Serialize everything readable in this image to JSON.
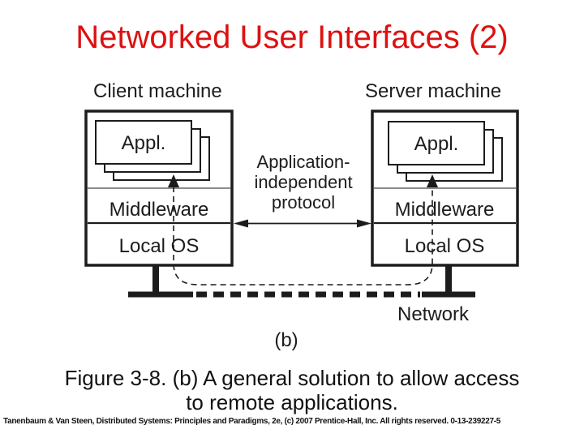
{
  "slide": {
    "title": "Networked User Interfaces (2)",
    "caption_line1": "Figure 3-8. (b) A general solution to allow access",
    "caption_line2": "to remote applications.",
    "footer": "Tanenbaum & Van Steen, Distributed Systems: Principles and Paradigms, 2e, (c) 2007 Prentice-Hall, Inc. All rights reserved. 0-13-239227-5"
  },
  "diagram": {
    "client": {
      "machine_label": "Client machine",
      "app_label": "Appl.",
      "middleware_label": "Middleware",
      "os_label": "Local OS"
    },
    "server": {
      "machine_label": "Server machine",
      "app_label": "Appl.",
      "middleware_label": "Middleware",
      "os_label": "Local OS"
    },
    "protocol_label": {
      "line1": "Application-",
      "line2": "independent",
      "line3": "protocol"
    },
    "network_label": "Network",
    "sub_figure_label": "(b)"
  },
  "colors": {
    "title_red": "#dd1111",
    "diagram_black": "#1c1c1c",
    "divider_gray": "#8c8c8c",
    "background": "#ffffff"
  }
}
